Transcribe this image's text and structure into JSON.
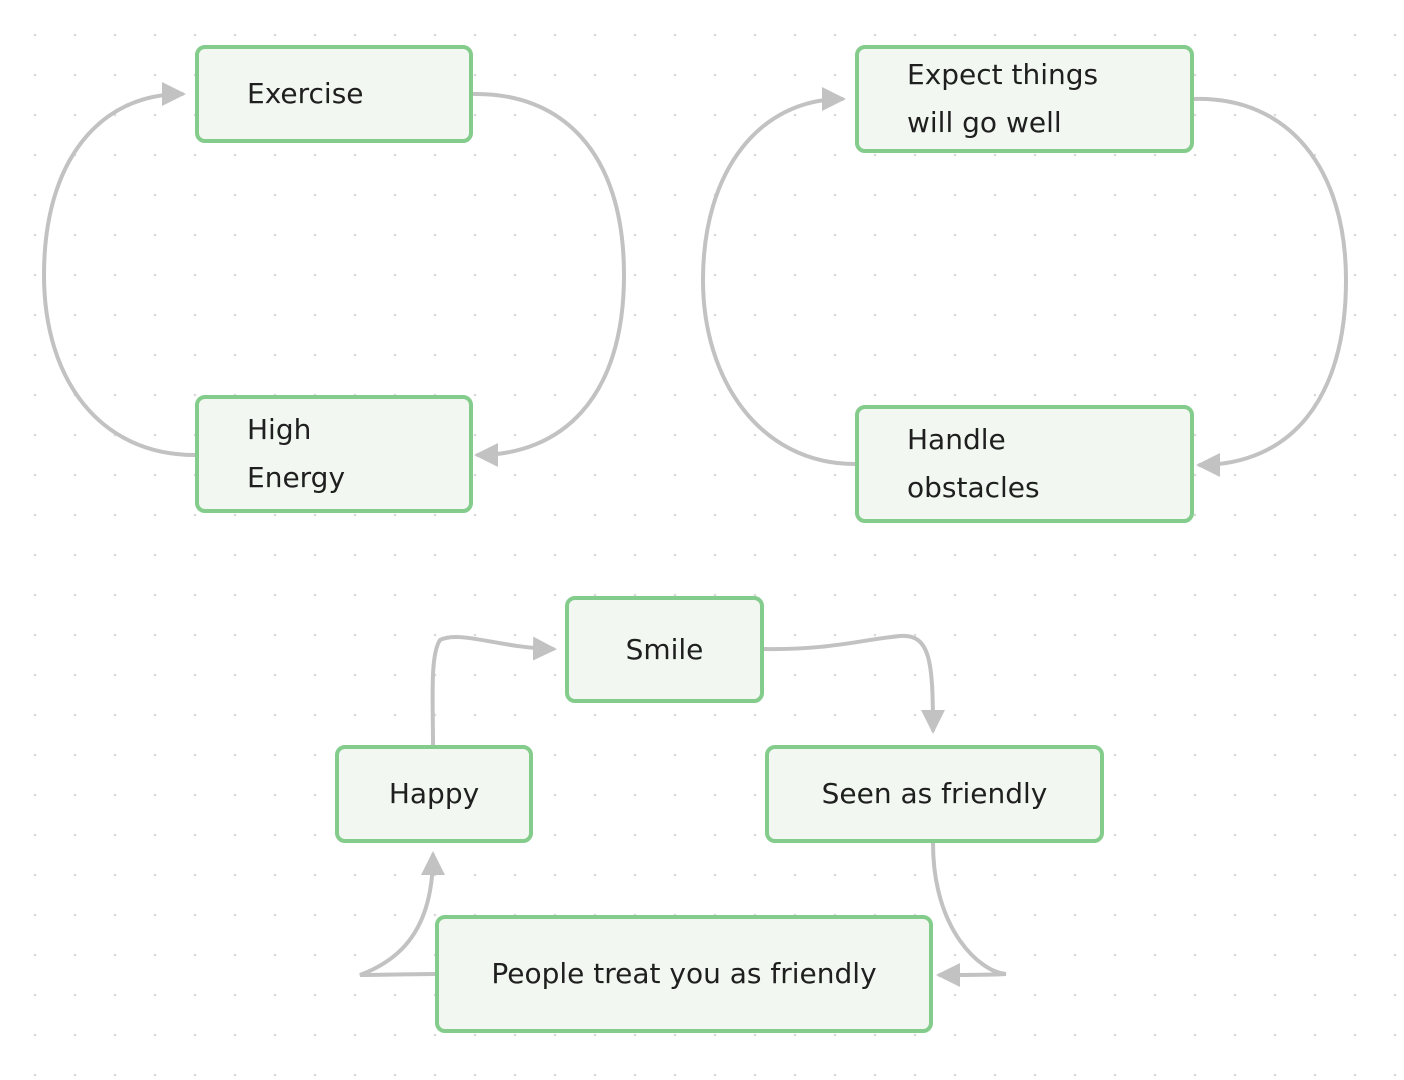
{
  "diagram": {
    "colors": {
      "node_fill": "#f2f8f1",
      "node_border": "#84cc8c",
      "edge": "#c2c2c2",
      "text": "#1f1f1f"
    },
    "loops": [
      {
        "name": "energy-loop",
        "nodes": [
          {
            "id": "exercise",
            "lines": [
              "Exercise"
            ]
          },
          {
            "id": "high-energy",
            "lines": [
              "High",
              "Energy"
            ]
          }
        ],
        "edges": [
          {
            "from": "exercise",
            "to": "high-energy"
          },
          {
            "from": "high-energy",
            "to": "exercise"
          }
        ]
      },
      {
        "name": "optimism-loop",
        "nodes": [
          {
            "id": "expect",
            "lines": [
              "Expect things",
              "will go well"
            ]
          },
          {
            "id": "handle",
            "lines": [
              "Handle",
              "obstacles"
            ]
          }
        ],
        "edges": [
          {
            "from": "expect",
            "to": "handle"
          },
          {
            "from": "handle",
            "to": "expect"
          }
        ]
      },
      {
        "name": "friendliness-loop",
        "nodes": [
          {
            "id": "smile",
            "lines": [
              "Smile"
            ]
          },
          {
            "id": "seen",
            "lines": [
              "Seen as friendly"
            ]
          },
          {
            "id": "people",
            "lines": [
              "People treat you as friendly"
            ]
          },
          {
            "id": "happy",
            "lines": [
              "Happy"
            ]
          }
        ],
        "edges": [
          {
            "from": "smile",
            "to": "seen"
          },
          {
            "from": "seen",
            "to": "people"
          },
          {
            "from": "people",
            "to": "happy"
          },
          {
            "from": "happy",
            "to": "smile"
          }
        ]
      }
    ]
  }
}
